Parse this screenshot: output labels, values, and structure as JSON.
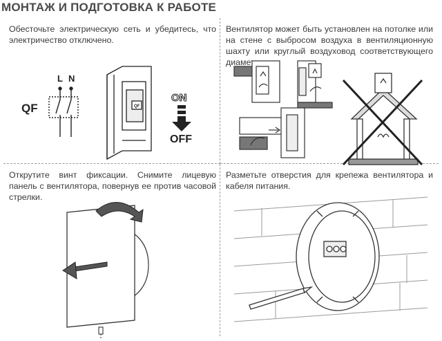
{
  "section_title": "МОНТАЖ И ПОДГОТОВКА К РАБОТЕ",
  "steps": [
    {
      "text": "Обесточьте электрическую сеть и убедитесь, что электричество отключено."
    },
    {
      "text": "Вентилятор может быть установлен на потолке или на стене с выбросом воздуха в вентиляционную шахту или круглый воздуховод соответствующего диаметра."
    },
    {
      "text": "Открутите винт фиксации. Снимите лицевую панель с вентилятора, повернув ее против часовой стрелки."
    },
    {
      "text": "Разметьте отверстия для крепежа вентилятора и кабеля питания."
    }
  ],
  "switch_diagram": {
    "breaker_label": "QF",
    "terminal_l": "L",
    "terminal_n": "N",
    "device_label": "QF",
    "on_label": "ON",
    "off_label": "OFF"
  }
}
